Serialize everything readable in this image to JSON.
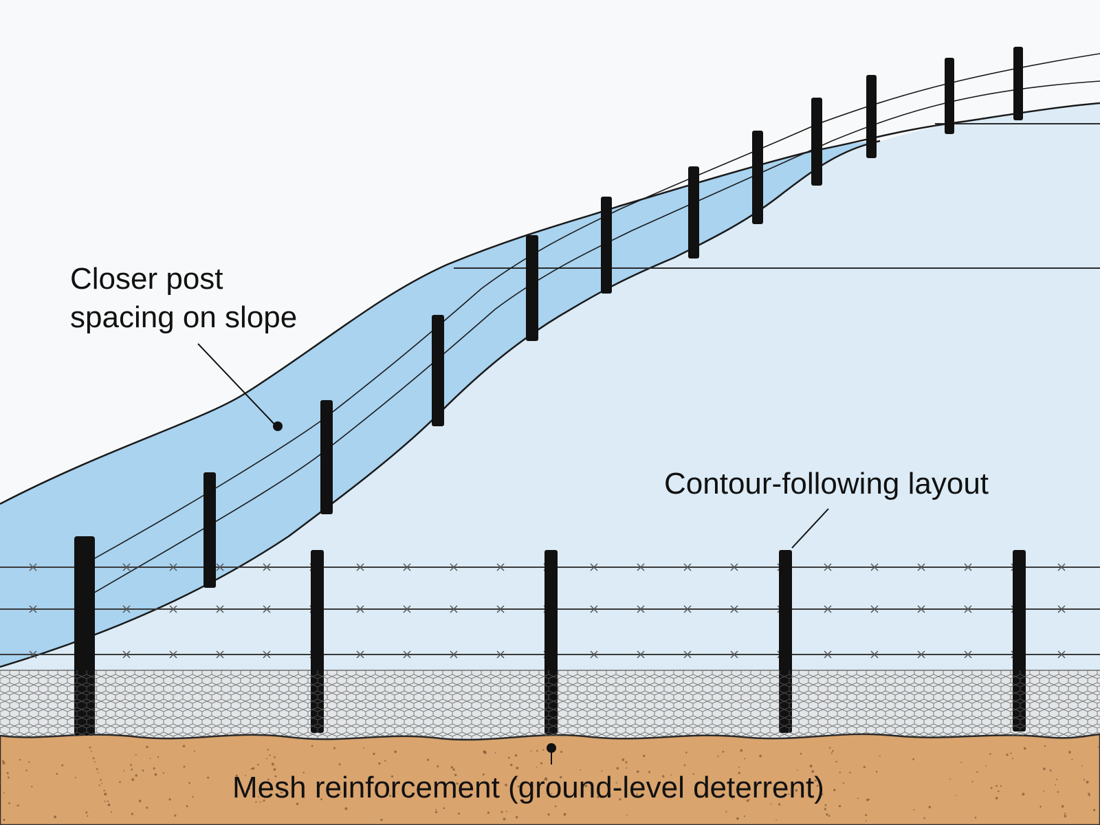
{
  "labels": {
    "slope_spacing_line1": "Closer post",
    "slope_spacing_line2": "spacing on slope",
    "contour_layout": "Contour-following layout",
    "mesh_reinforcement": "Mesh reinforcement (ground-level deterrent)"
  },
  "colors": {
    "background": "#f8f9fa",
    "hill_fill": "#dcebf5",
    "slope_band": "#a9d3ef",
    "ground": "#d9a46e",
    "post": "#111111",
    "wire": "#2a2a2a",
    "mesh": "#7a7a7a"
  },
  "icons": {
    "leader_dot": "leader-dot-icon",
    "barb": "barb-icon"
  }
}
